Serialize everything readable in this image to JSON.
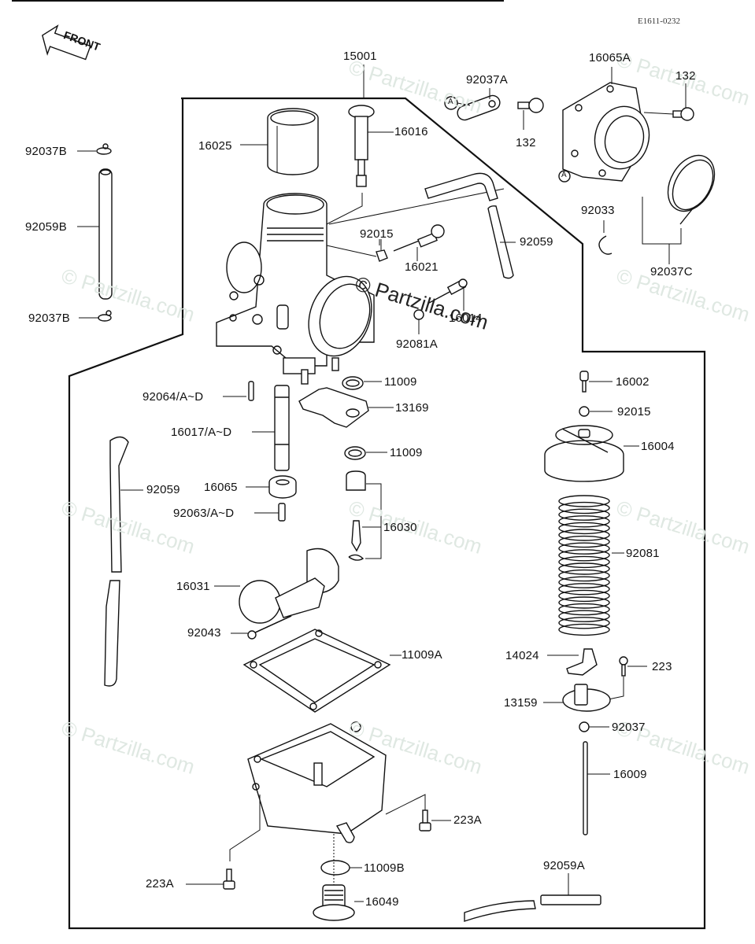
{
  "diagram": {
    "reference_code": "E1611-0232",
    "front_label": "FRONT",
    "watermark": "© Partzilla.com",
    "parts": {
      "p15001": "15001",
      "p92037A": "92037A",
      "p16065A": "16065A",
      "p132_right": "132",
      "p132_mid": "132",
      "p92037B_top": "92037B",
      "p92059B": "92059B",
      "p92037B_bottom": "92037B",
      "p16025": "16025",
      "p16016": "16016",
      "p92015_top": "92015",
      "p16021": "16021",
      "p92059_top": "92059",
      "p16014": "16014",
      "p92081A": "92081A",
      "p92033": "92033",
      "p92037C": "92037C",
      "p11009_a": "11009",
      "p13169": "13169",
      "p11009_b": "11009",
      "p92064": "92064/A~D",
      "p16017": "16017/A~D",
      "p16065": "16065",
      "p92063": "92063/A~D",
      "p92059_left": "92059",
      "p16030": "16030",
      "p16031": "16031",
      "p92043": "92043",
      "p11009A": "11009A",
      "p16002": "16002",
      "p92015_right": "92015",
      "p16004": "16004",
      "p92081": "92081",
      "p14024": "14024",
      "p223": "223",
      "p13159": "13159",
      "p92037": "92037",
      "p16009": "16009",
      "p223A_right": "223A",
      "p223A_left": "223A",
      "p11009B": "11009B",
      "p16049": "16049",
      "p92059A": "92059A"
    },
    "callout_letter": "A"
  }
}
